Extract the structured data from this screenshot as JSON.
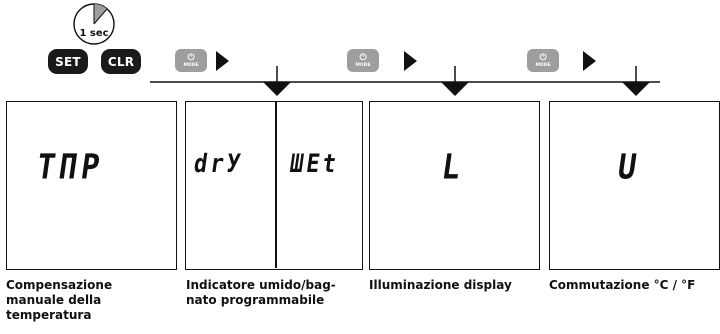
{
  "timer": {
    "label": "1 sec",
    "icon": "clock-icon"
  },
  "keys": {
    "set_label": "SET",
    "clr_label": "CLR"
  },
  "mode_button": {
    "label": "MODE",
    "glyph": "⏻"
  },
  "panels": [
    {
      "display": "ΤΠΡ"
    },
    {
      "display_left": "drУ",
      "display_right": "ШЕt"
    },
    {
      "display": "L"
    },
    {
      "display": "U"
    }
  ],
  "captions": [
    {
      "lines": [
        "Compensazione",
        "manuale della",
        "temperatura"
      ]
    },
    {
      "lines": [
        "Indicatore umido/bag-",
        "nato programmabile"
      ]
    },
    {
      "lines": [
        "Illuminazione display"
      ]
    },
    {
      "lines": [
        "Commutazione °C / °F"
      ]
    }
  ],
  "colors": {
    "key_bg": "#1a1a1a",
    "mode_bg": "#9e9e9e",
    "line": "#111111"
  }
}
